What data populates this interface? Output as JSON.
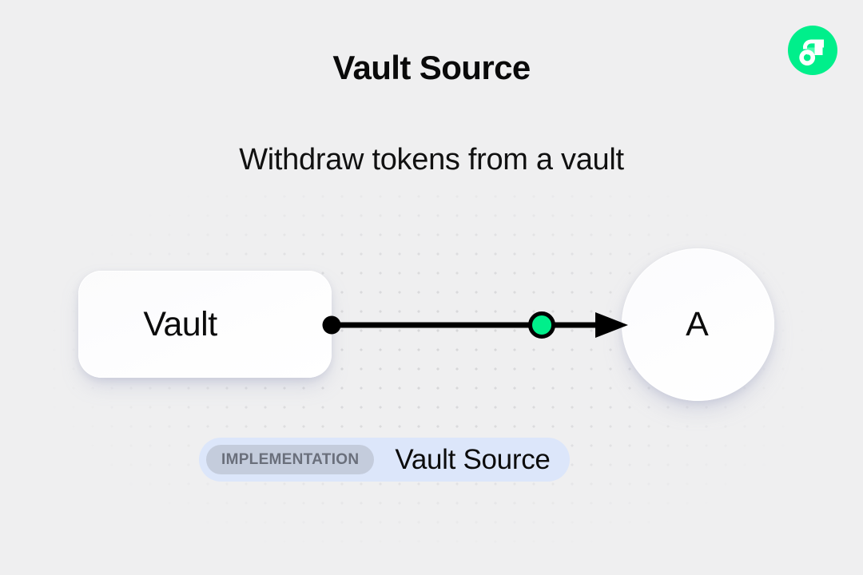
{
  "header": {
    "title": "Vault Source",
    "subtitle": "Withdraw tokens from a vault",
    "logo_icon": "flow-logo-icon",
    "logo_color": "#00ef8b"
  },
  "diagram": {
    "source_node": {
      "label": "Vault",
      "shape": "rounded-rect",
      "port_icon": "source-port-dot",
      "port_color": "#000000"
    },
    "target_node": {
      "label": "A",
      "shape": "circle"
    },
    "edge": {
      "midpoint_icon": "edge-handle-dot",
      "midpoint_color": "#00ef8b",
      "arrow_icon": "arrow-head-icon",
      "line_color": "#000000"
    }
  },
  "badge": {
    "tag_label": "IMPLEMENTATION",
    "name_label": "Vault Source",
    "background_color": "#dce6fa",
    "tag_background_color": "#c4ccdc"
  },
  "background": {
    "page_color": "#efeff0",
    "dot_color": "#d7d7d9"
  }
}
